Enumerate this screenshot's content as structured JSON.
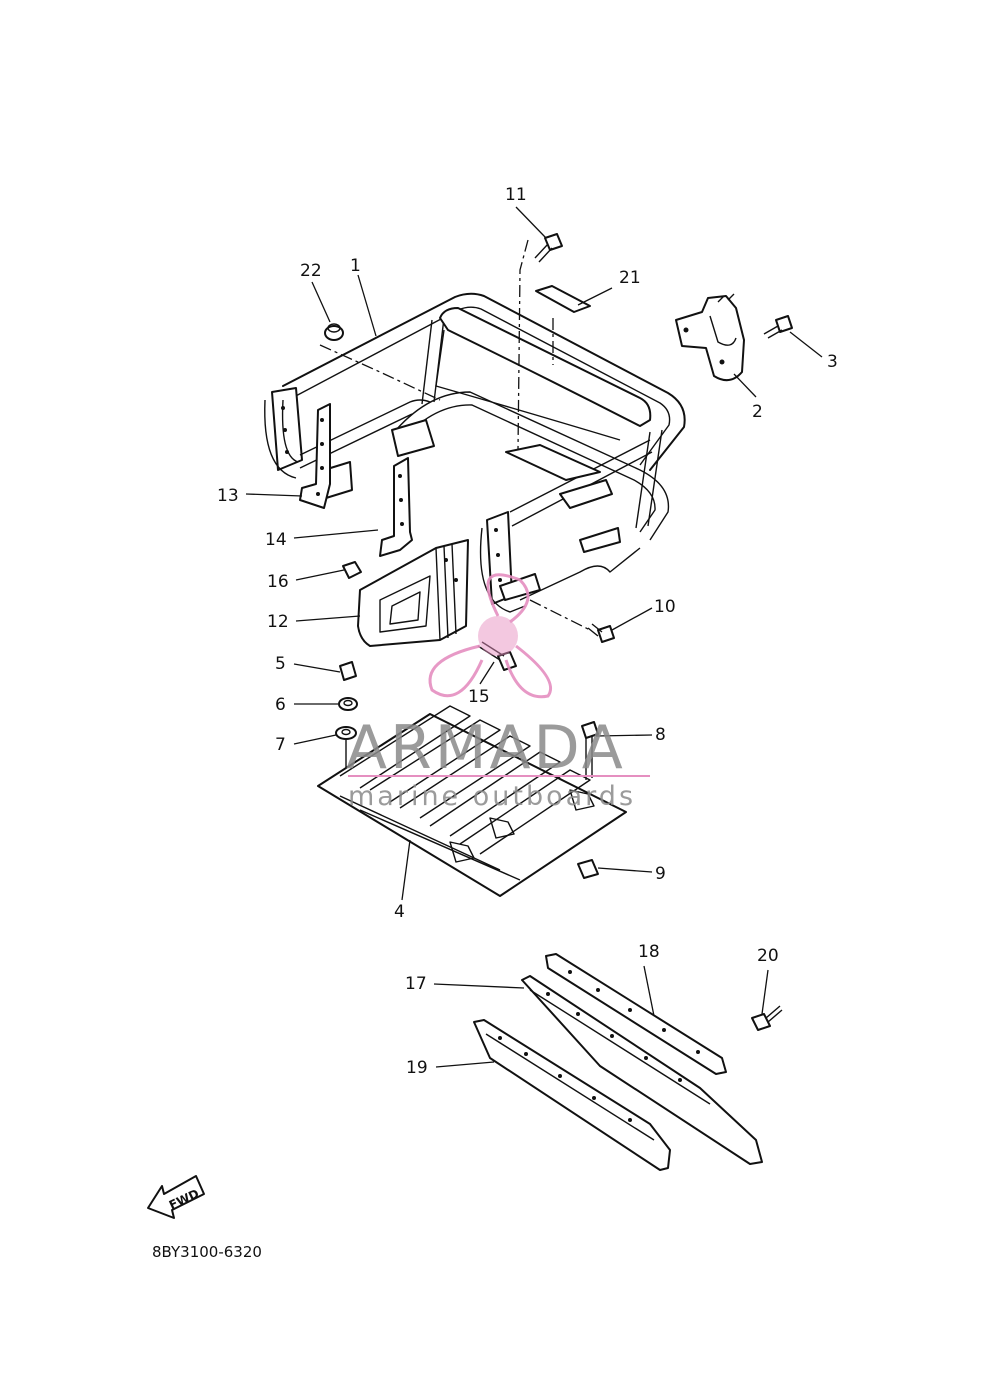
{
  "diagram": {
    "part_code": "8BY3100-6320",
    "fwd_label": "FWD",
    "callouts": [
      {
        "id": "c1",
        "label": "1"
      },
      {
        "id": "c2",
        "label": "2"
      },
      {
        "id": "c3",
        "label": "3"
      },
      {
        "id": "c4",
        "label": "4"
      },
      {
        "id": "c5",
        "label": "5"
      },
      {
        "id": "c6",
        "label": "6"
      },
      {
        "id": "c7",
        "label": "7"
      },
      {
        "id": "c8",
        "label": "8"
      },
      {
        "id": "c9",
        "label": "9"
      },
      {
        "id": "c10",
        "label": "10"
      },
      {
        "id": "c11",
        "label": "11"
      },
      {
        "id": "c12",
        "label": "12"
      },
      {
        "id": "c13",
        "label": "13"
      },
      {
        "id": "c14",
        "label": "14"
      },
      {
        "id": "c15",
        "label": "15"
      },
      {
        "id": "c16",
        "label": "16"
      },
      {
        "id": "c17",
        "label": "17"
      },
      {
        "id": "c18",
        "label": "18"
      },
      {
        "id": "c19",
        "label": "19"
      },
      {
        "id": "c20",
        "label": "20"
      },
      {
        "id": "c21",
        "label": "21"
      },
      {
        "id": "c22",
        "label": "22"
      }
    ]
  },
  "watermark": {
    "brand": "ARMADA",
    "tagline": "marine outboards",
    "brand_color": "#8a8a8a",
    "logo_color": "#e58fc0",
    "logo_icon": "propeller-logo-icon"
  }
}
